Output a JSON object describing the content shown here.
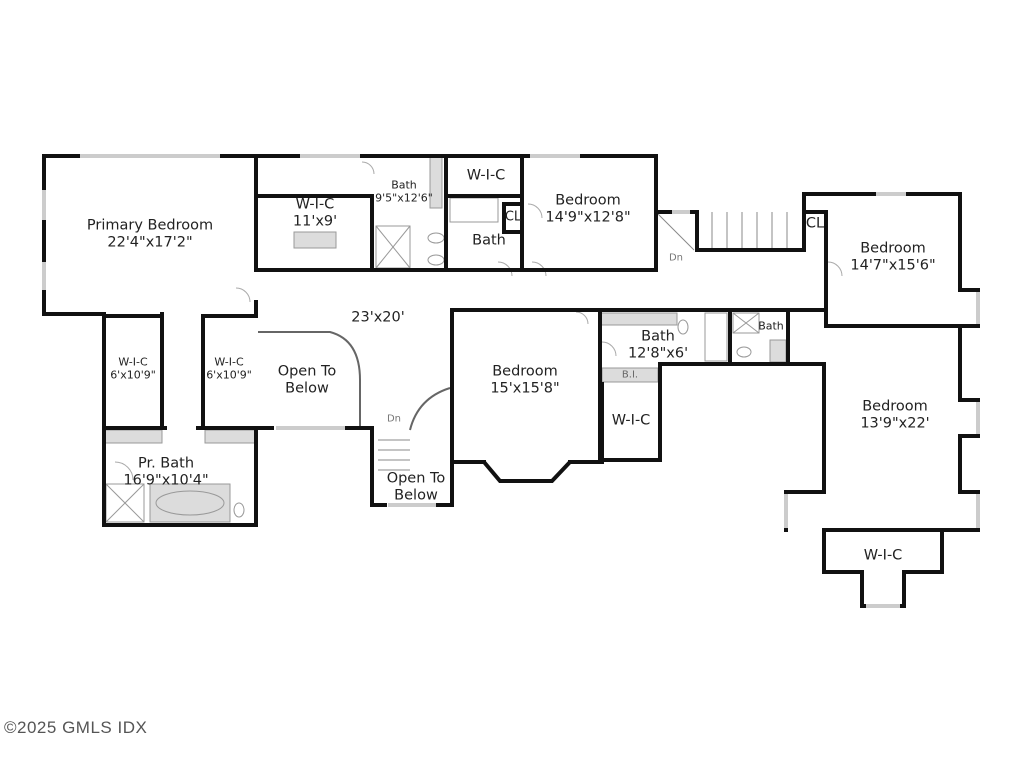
{
  "floorplan": {
    "rooms": [
      {
        "name": "Primary Bedroom",
        "dims": "22'4\"x17'2\""
      },
      {
        "name": "W-I-C",
        "dims": "11'x9'"
      },
      {
        "name": "Bath",
        "dims": "9'5\"x12'6\""
      },
      {
        "name": "W-I-C",
        "dims": ""
      },
      {
        "name": "CL",
        "dims": ""
      },
      {
        "name": "Bath",
        "dims": ""
      },
      {
        "name": "Bedroom",
        "dims": "14'9\"x12'8\""
      },
      {
        "name": "CL",
        "dims": ""
      },
      {
        "name": "Bedroom",
        "dims": "14'7\"x15'6\""
      },
      {
        "name": "",
        "dims": "23'x20'"
      },
      {
        "name": "W-I-C",
        "dims": "6'x10'9\""
      },
      {
        "name": "W-I-C",
        "dims": "6'x10'9\""
      },
      {
        "name": "Open To Below",
        "dims": ""
      },
      {
        "name": "Pr. Bath",
        "dims": "16'9\"x10'4\""
      },
      {
        "name": "Open To Below",
        "dims": ""
      },
      {
        "name": "Bedroom",
        "dims": "15'x15'8\""
      },
      {
        "name": "Bath",
        "dims": "12'8\"x6'"
      },
      {
        "name": "B.I.",
        "dims": ""
      },
      {
        "name": "W-I-C",
        "dims": ""
      },
      {
        "name": "Bath",
        "dims": ""
      },
      {
        "name": "Bedroom",
        "dims": "13'9\"x22'"
      },
      {
        "name": "W-I-C",
        "dims": ""
      }
    ],
    "stair_labels": [
      "Dn",
      "Dn"
    ]
  },
  "footer": {
    "copyright": "©2025 GMLS IDX"
  }
}
